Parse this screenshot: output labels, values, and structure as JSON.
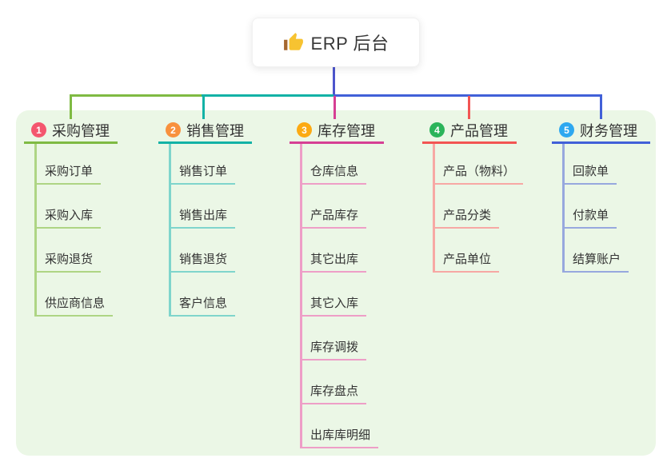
{
  "page": {
    "background": "#ffffff",
    "panel_background": "#ebf7e6"
  },
  "root": {
    "icon": "thumbs-up-icon",
    "title": "ERP 后台",
    "trunk_color": "#4d55cd",
    "icon_hand_color": "#f7c331",
    "icon_cuff_color": "#a5672f"
  },
  "branches": [
    {
      "number": "1",
      "label": "采购管理",
      "badge_color": "#f4566e",
      "line_color": "#7fba43",
      "light_color": "#aed584",
      "children": [
        "采购订单",
        "采购入库",
        "采购退货",
        "供应商信息"
      ]
    },
    {
      "number": "2",
      "label": "销售管理",
      "badge_color": "#f8913d",
      "line_color": "#13b2a6",
      "light_color": "#7fd5cc",
      "children": [
        "销售订单",
        "销售出库",
        "销售退货",
        "客户信息"
      ]
    },
    {
      "number": "3",
      "label": "库存管理",
      "badge_color": "#fcaa13",
      "line_color": "#d63f94",
      "light_color": "#ee9ec7",
      "children": [
        "仓库信息",
        "产品库存",
        "其它出库",
        "其它入库",
        "库存调拨",
        "库存盘点",
        "出库库明细"
      ]
    },
    {
      "number": "4",
      "label": "产品管理",
      "badge_color": "#2bb45a",
      "line_color": "#f25553",
      "light_color": "#f7a8a4",
      "children": [
        "产品（物料）",
        "产品分类",
        "产品单位"
      ]
    },
    {
      "number": "5",
      "label": "财务管理",
      "badge_color": "#2ea8f0",
      "line_color": "#4160d8",
      "light_color": "#97a8de",
      "children": [
        "回款单",
        "付款单",
        "结算账户"
      ]
    }
  ]
}
